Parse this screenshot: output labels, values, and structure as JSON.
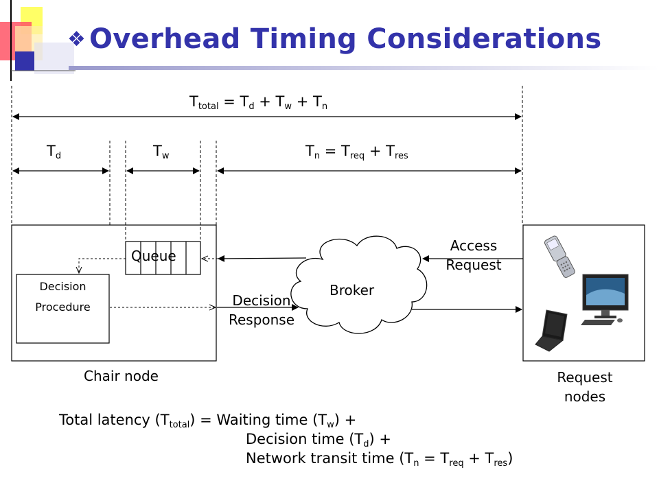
{
  "title": "Overhead Timing Considerations",
  "title_bullet": "❖",
  "equations": {
    "total": {
      "T": "T",
      "total": "total",
      "eq": " = T",
      "d": "d",
      "plus1": " + T",
      "w": "w",
      "plus2": " + T",
      "n": "n"
    },
    "td": {
      "T": "T",
      "d": "d"
    },
    "tw": {
      "T": "T",
      "w": "w"
    },
    "tn": {
      "T": "T",
      "n": "n",
      "eq": " = T",
      "req": "req",
      "plus": " + T",
      "res": "res"
    }
  },
  "nodes": {
    "chair_node": "Chair node",
    "request_nodes_line1": "Request",
    "request_nodes_line2": "nodes",
    "queue": "Queue",
    "decision_procedure_line1": "Decision",
    "decision_procedure_line2": "Procedure",
    "broker": "Broker",
    "access_request_line1": "Access",
    "access_request_line2": "Request",
    "decision_response_line1": "Decision",
    "decision_response_line2": "Response"
  },
  "footer": {
    "line1": {
      "a": "Total latency (T",
      "total": "total",
      "b": ") = Waiting time (T",
      "w": "w",
      "c": ") +"
    },
    "line2": {
      "a": "Decision time (T",
      "d": "d",
      "b": ") +"
    },
    "line3": {
      "a": "Network transit time (T",
      "n": "n",
      "b": " = T",
      "req": "req",
      "c": " + T",
      "res": "res",
      "d": ")"
    }
  },
  "icons": [
    "mobile-phone-icon",
    "desktop-computer-icon",
    "laptop-icon",
    "title-logo-squares"
  ]
}
